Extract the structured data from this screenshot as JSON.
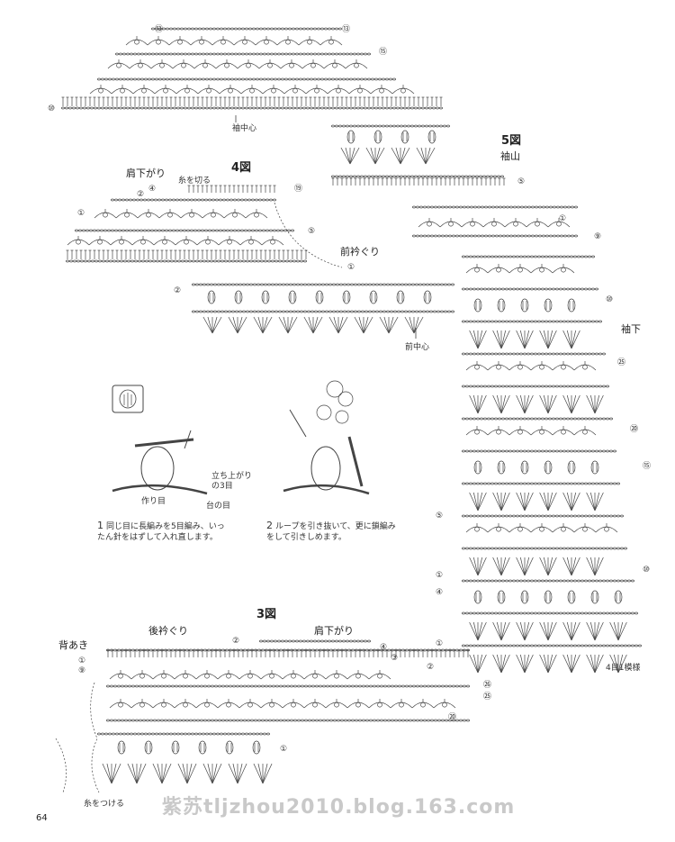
{
  "labels": {
    "sleeve_center": "袖中心",
    "fig4_title": "4図",
    "fig4_shoulder": "肩下がり",
    "fig4_cut": "糸を切る",
    "fig4_front_neck": "前衿ぐり",
    "fig4_front_center": "前中心",
    "fig5_title": "5図",
    "fig5_cap": "袖山",
    "fig5_underarm": "袖下",
    "fig5_pattern": "4目1模様",
    "fig3_title": "3図",
    "fig3_back_neck": "後衿ぐり",
    "fig3_shoulder": "肩下がり",
    "fig3_back_open": "背あき",
    "fig3_attach": "糸をつける"
  },
  "technique": {
    "label_rise": "立ち上がり",
    "label_rise2": "の3目",
    "label_chain": "作り目",
    "label_base": "台の目",
    "step1_num": "1",
    "step1_text": "同じ目に長編みを5目編み、いったん針をはずして入れ直します。",
    "step2_num": "2",
    "step2_text": "ループを引き抜いて、更に鎖編みをして引きしめます。"
  },
  "row_markers": {
    "top_l": "⑬",
    "top_r": "⑬",
    "top_15": "⑮",
    "top_10": "⑩",
    "f4_19": "⑲",
    "f4_1": "①",
    "f4_2": "②",
    "f4_4": "④",
    "f4_5": "⑤",
    "f4_1b": "①",
    "f4_2b": "②",
    "f5_5": "⑤",
    "f5_1": "①",
    "f5_9": "⑨",
    "f5_10": "⑩",
    "f5_25": "㉕",
    "f5_20": "⑳",
    "f5_15": "⑮",
    "f5_10b": "⑩",
    "f5_5b": "⑤",
    "f5_1b": "①",
    "f5_4": "④",
    "f5_1c": "①",
    "f3_2": "②",
    "f3_1": "①",
    "f3_9": "⑨",
    "f3_4": "④",
    "f3_3": "③",
    "f3_2b": "②",
    "f3_26": "㉖",
    "f3_25": "㉕",
    "f3_20": "⑳",
    "f3_1b": "①"
  },
  "footer": {
    "page_number": "64",
    "watermark": "紫苏tljzhou2010.blog.163.com"
  }
}
